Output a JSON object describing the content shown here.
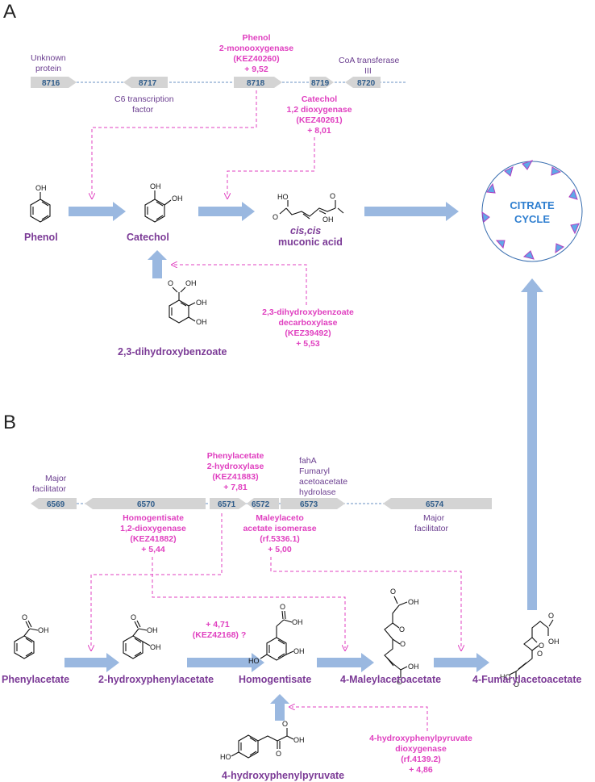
{
  "panelA": {
    "letter": "A",
    "genes": [
      "8716",
      "8717",
      "8718",
      "8719",
      "8720"
    ],
    "annotations": {
      "unknown1": "Unknown",
      "unknown2": "protein",
      "c6_1": "C6 transcription",
      "c6_2": "factor",
      "coa1": "CoA transferase",
      "coa2": "III"
    },
    "enzymes": {
      "phenol_mono": [
        "Phenol",
        "2-monooxygenase",
        "(KEZ40260)",
        "+ 9,52"
      ],
      "catechol_diox": [
        "Catechol",
        "1,2 dioxygenase",
        "(KEZ40261)",
        "+ 8,01"
      ],
      "dhb_decarb": [
        "2,3-dihydroxybenzoate",
        "decarboxylase",
        "(KEZ39492)",
        "+ 5,53"
      ]
    },
    "compounds": {
      "phenol": "Phenol",
      "catechol": "Catechol",
      "muconic_it": "cis,cis",
      "muconic": "muconic acid",
      "dhb": "2,3-dihydroxybenzoate"
    },
    "atoms": {
      "oh": "OH",
      "ho": "HO",
      "o": "O"
    }
  },
  "citrate": {
    "line1": "CITRATE",
    "line2": "CYCLE"
  },
  "panelB": {
    "letter": "B",
    "genes": [
      "6569",
      "6570",
      "6571",
      "6572",
      "6573",
      "6574"
    ],
    "annotations": {
      "major1": "Major",
      "major2": "facilitator",
      "fah1": "fahA",
      "fah2": "Fumaryl",
      "fah3": "acetoacetate",
      "fah4": "hydrolase",
      "major3": "Major",
      "major4": "facilitator"
    },
    "enzymes": {
      "pa_hydrox": [
        "Phenylacetate",
        "2-hydroxylase",
        "(KEZ41883)",
        "+ 7,81"
      ],
      "hg_diox": [
        "Homogentisate",
        "1,2-dioxygenase",
        "(KEZ41882)",
        "+ 5,44"
      ],
      "mal_isom": [
        "Maleylaceto",
        "acetate isomerase",
        "(rf.5336.1)",
        "+ 5,00"
      ],
      "kez42168": [
        "+ 4,71",
        "(KEZ42168) ?"
      ],
      "hpp_diox": [
        "4-hydroxyphenylpyruvate",
        "dioxygenase",
        "(rf.4139.2)",
        "+ 4,86"
      ]
    },
    "compounds": {
      "phenylacetate": "Phenylacetate",
      "hpa": "2-hydroxyphenylacetate",
      "homogentisate": "Homogentisate",
      "maleyl": "4-Maleylacetoacetate",
      "fumaryl": "4-Fumarylacetoacetate",
      "hpp": "4-hydroxyphenylpyruvate"
    }
  },
  "colors": {
    "arrow": "#9ab8e0",
    "enzyme": "#e040c0",
    "compound": "#7b3a96",
    "gene": "#d4d4d4",
    "citrate_text": "#2f7fd0"
  }
}
